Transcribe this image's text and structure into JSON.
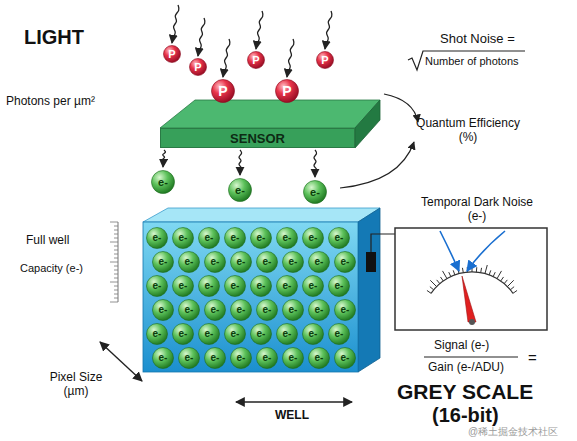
{
  "diagram": {
    "nodes": [
      {
        "text": [
          "P"
        ]
      },
      {
        "text": [
          "P"
        ]
      },
      {
        "text": [
          "P"
        ]
      },
      {
        "text": [
          "P"
        ]
      },
      {
        "text": [
          "P"
        ]
      },
      {
        "text": [
          "P"
        ]
      },
      {
        "text": [
          "SENSOR"
        ]
      },
      {
        "text": [
          "e-"
        ]
      },
      {
        "text": [
          "e-"
        ]
      },
      {
        "text": [
          "e-"
        ]
      },
      {
        "text": [
          "e-"
        ]
      },
      {
        "text": [
          "e-"
        ]
      },
      {
        "text": [
          "e-"
        ]
      },
      {
        "text": [
          "e-"
        ]
      },
      {
        "text": [
          "e-"
        ]
      },
      {
        "text": [
          "e-"
        ]
      },
      {
        "text": [
          "e-"
        ]
      },
      {
        "text": [
          "e-"
        ]
      },
      {
        "text": [
          "e-"
        ]
      },
      {
        "text": [
          "e-"
        ]
      },
      {
        "text": [
          "e-"
        ]
      },
      {
        "text": [
          "e-"
        ]
      },
      {
        "text": [
          "e-"
        ]
      },
      {
        "text": [
          "e-"
        ]
      },
      {
        "text": [
          "e-"
        ]
      },
      {
        "text": [
          "e-"
        ]
      },
      {
        "text": [
          "e-"
        ]
      },
      {
        "text": [
          "e-"
        ]
      },
      {
        "text": [
          "e-"
        ]
      },
      {
        "text": [
          "e-"
        ]
      },
      {
        "text": [
          "e-"
        ]
      },
      {
        "text": [
          "e-"
        ]
      },
      {
        "text": [
          "e-"
        ]
      },
      {
        "text": [
          "e-"
        ]
      },
      {
        "text": [
          "e-"
        ]
      },
      {
        "text": [
          "e-"
        ]
      },
      {
        "text": [
          "e-"
        ]
      },
      {
        "text": [
          "e-"
        ]
      },
      {
        "text": [
          "e-"
        ]
      },
      {
        "text": [
          "e-"
        ]
      },
      {
        "text": [
          "e-"
        ]
      },
      {
        "text": [
          "e-"
        ]
      },
      {
        "text": [
          "e-"
        ]
      },
      {
        "text": [
          "e-"
        ]
      },
      {
        "text": [
          "e-"
        ]
      },
      {
        "text": [
          "e-"
        ]
      },
      {
        "text": [
          "e-"
        ]
      },
      {
        "text": [
          "e-"
        ]
      },
      {
        "text": [
          "e-"
        ]
      },
      {
        "text": [
          "e-"
        ]
      },
      {
        "text": [
          "e-"
        ]
      },
      {
        "text": [
          "e-"
        ]
      },
      {
        "text": [
          "e-"
        ]
      },
      {
        "text": [
          "e-"
        ]
      },
      {
        "text": [
          "e-"
        ]
      },
      {
        "text": [
          "e-"
        ]
      },
      {
        "text": [
          "e-"
        ]
      },
      {
        "text": [
          "e-"
        ]
      }
    ],
    "edges": [
      {
        "from": 6,
        "to": 7,
        "arrow": "to"
      },
      {
        "from": 6,
        "to": 8,
        "arrow": "to"
      },
      {
        "from": 6,
        "to": 9,
        "arrow": "to"
      }
    ],
    "labels": [
      "LIGHT",
      "Shot Noise =",
      "Number of photons",
      "Photons per µm²",
      "Quantum Efficiency (%)",
      "Temporal Dark Noise (e-)",
      "Full well",
      "Capacity (e-)",
      "Signal (e-)",
      "Gain (e-/ADU)",
      "=",
      "Pixel Size (µm)",
      "WELL",
      "GREY SCALE",
      "(16-bit)",
      "@稀土掘金技术社区"
    ]
  }
}
